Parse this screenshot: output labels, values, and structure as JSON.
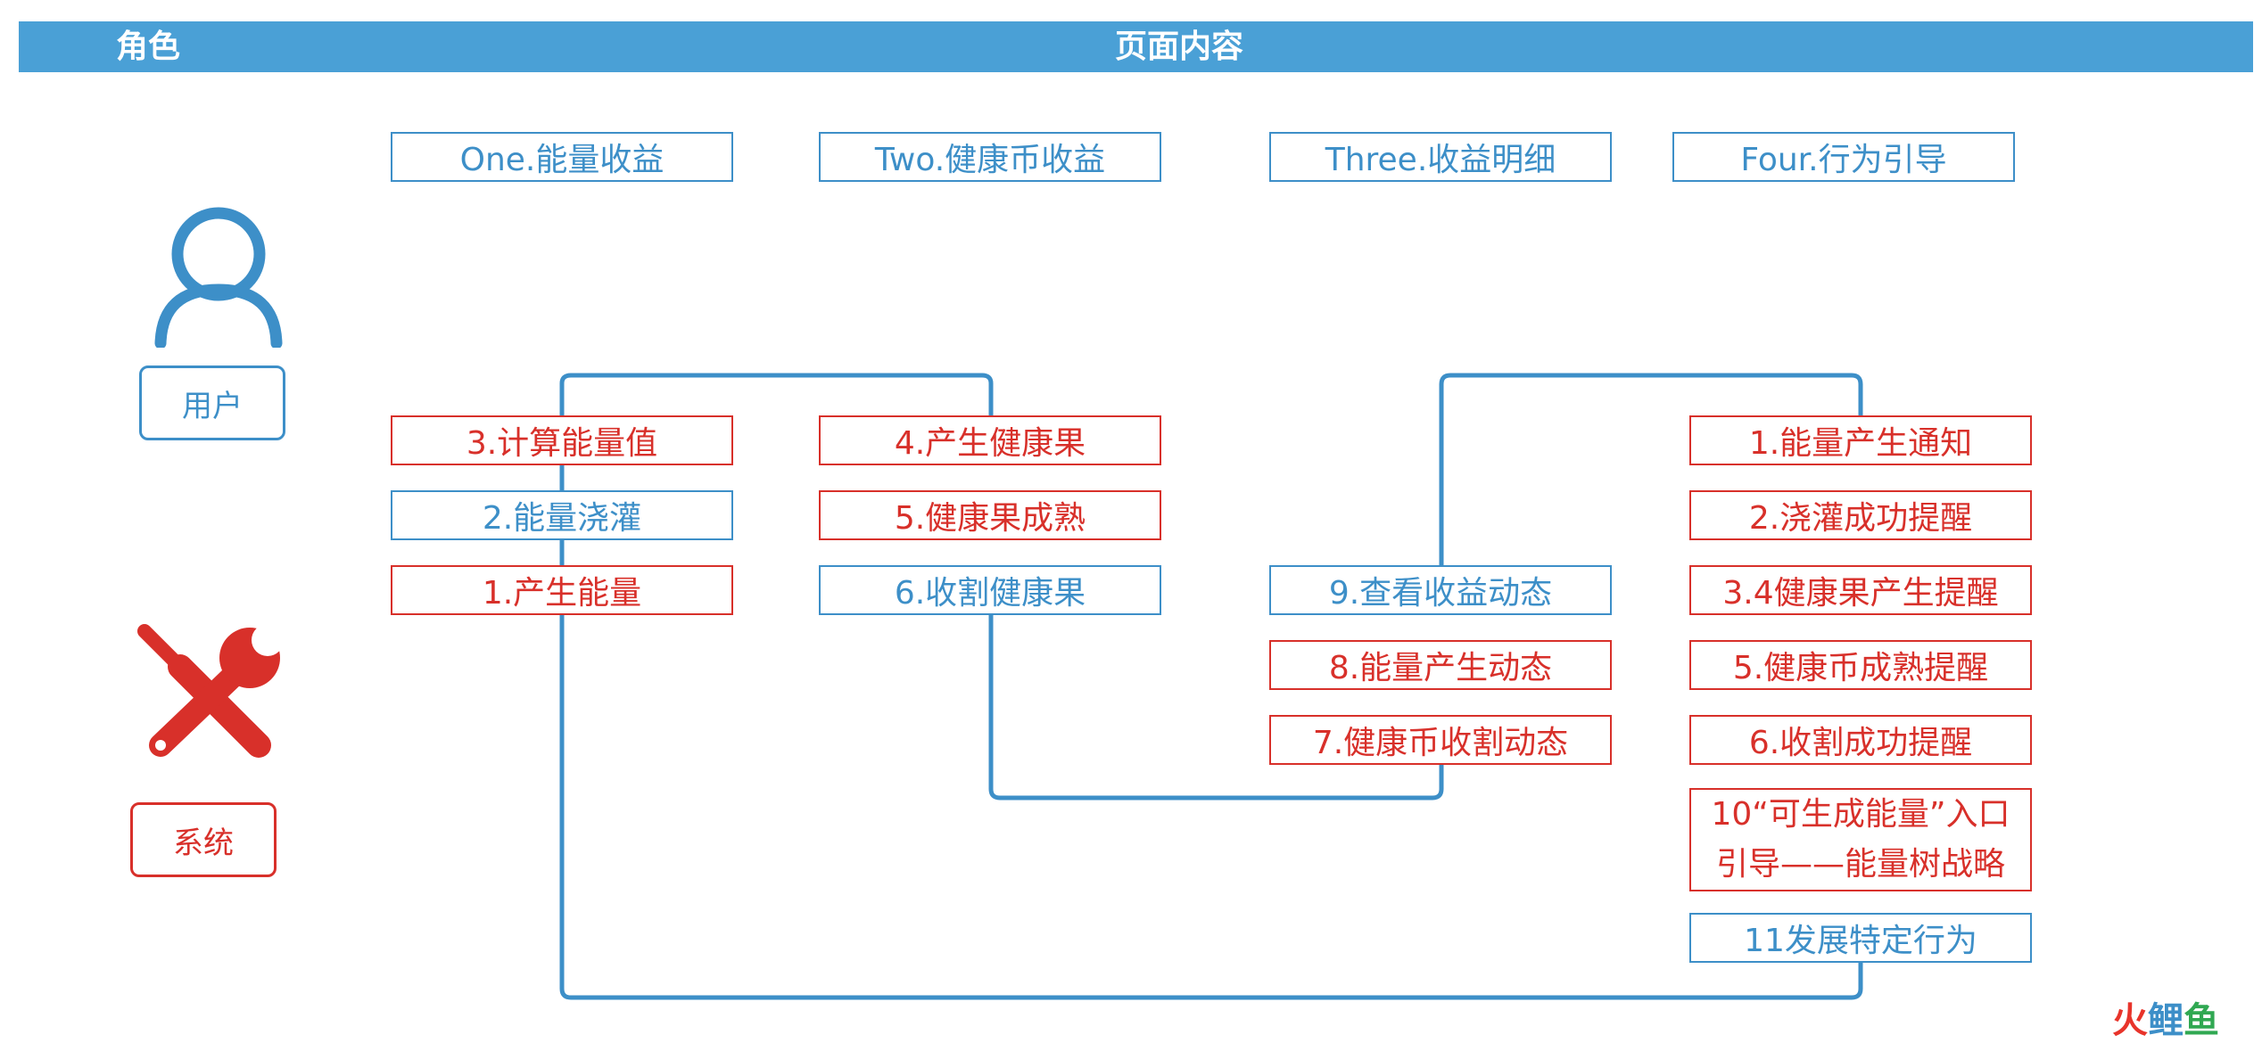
{
  "header": {
    "role_label": "角色",
    "content_label": "页面内容"
  },
  "roles": {
    "user_label": "用户",
    "system_label": "系统"
  },
  "sections": [
    {
      "label": "One.能量收益"
    },
    {
      "label": "Two.健康币收益"
    },
    {
      "label": "Three.收益明细"
    },
    {
      "label": "Four.行为引导"
    }
  ],
  "col1": [
    {
      "label": "3.计算能量值",
      "kind": "system"
    },
    {
      "label": "2.能量浇灌",
      "kind": "user"
    },
    {
      "label": "1.产生能量",
      "kind": "system"
    }
  ],
  "col2": [
    {
      "label": "4.产生健康果",
      "kind": "system"
    },
    {
      "label": "5.健康果成熟",
      "kind": "system"
    },
    {
      "label": "6.收割健康果",
      "kind": "user"
    }
  ],
  "col3": [
    {
      "label": "9.查看收益动态",
      "kind": "user"
    },
    {
      "label": "8.能量产生动态",
      "kind": "system"
    },
    {
      "label": "7.健康币收割动态",
      "kind": "system"
    }
  ],
  "col4": [
    {
      "label": "1.能量产生通知",
      "kind": "system"
    },
    {
      "label": "2.浇灌成功提醒",
      "kind": "system"
    },
    {
      "label": "3.4健康果产生提醒",
      "kind": "system"
    },
    {
      "label": "5.健康币成熟提醒",
      "kind": "system"
    },
    {
      "label": "6.收割成功提醒",
      "kind": "system"
    },
    {
      "line1": "10“可生成能量”入口",
      "line2": "引导——能量树战略",
      "kind": "system"
    },
    {
      "label": "11发展特定行为",
      "kind": "user"
    }
  ],
  "watermark": {
    "part1": "火",
    "part2": "鲤",
    "part3": "鱼"
  },
  "colors": {
    "header": "#4aa0d6",
    "user": "#3d8fc8",
    "system": "#d8302a"
  }
}
